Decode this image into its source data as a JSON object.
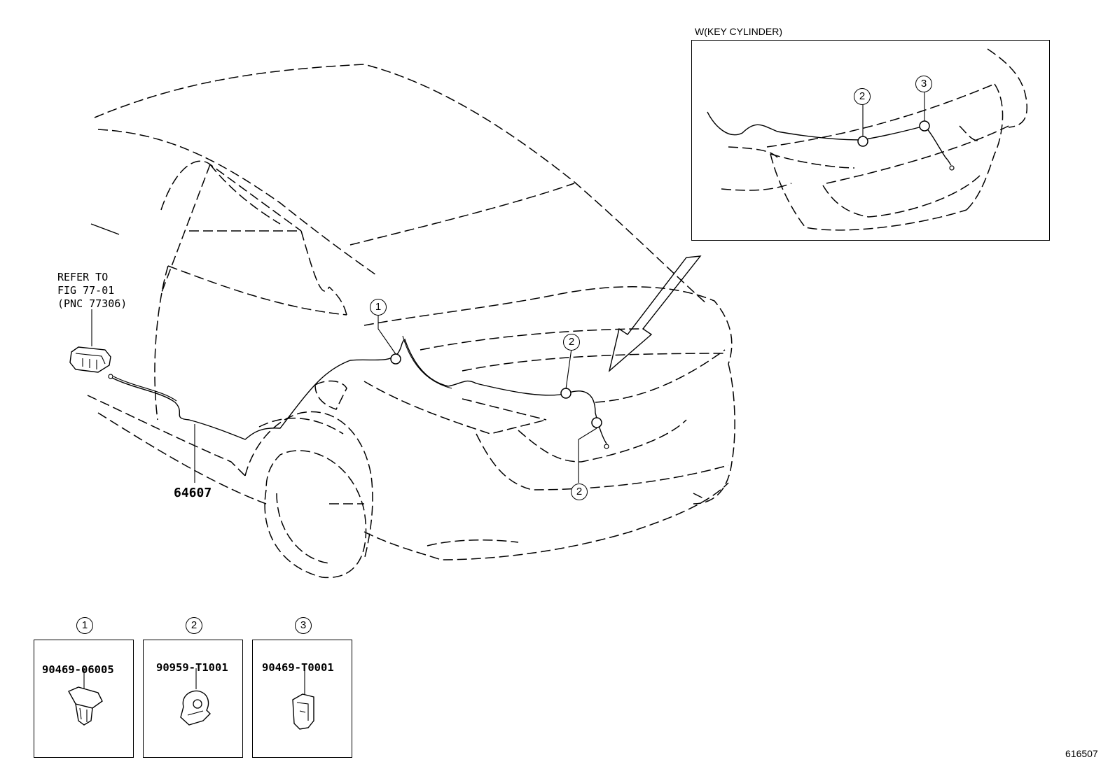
{
  "inset": {
    "title": "W(KEY CYLINDER)",
    "callouts": [
      "2",
      "3"
    ]
  },
  "reference": {
    "line1": "REFER TO",
    "line2": "FIG 77-01",
    "line3": "(PNC 77306)"
  },
  "main_part_number": "64607",
  "main_callouts": [
    "1",
    "2",
    "2"
  ],
  "clips": [
    {
      "callout": "1",
      "part_number": "90469-06005"
    },
    {
      "callout": "2",
      "part_number": "90959-T1001"
    },
    {
      "callout": "3",
      "part_number": "90469-T0001"
    }
  ],
  "illustration_number": "616507"
}
